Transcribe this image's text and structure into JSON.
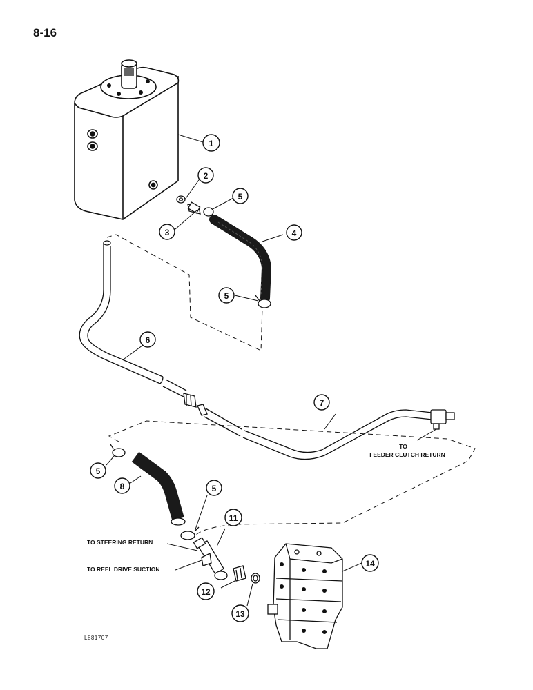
{
  "page_number": "8-16",
  "figure_code": "L881707",
  "callouts": [
    {
      "id": "c1",
      "label": "1"
    },
    {
      "id": "c2",
      "label": "2"
    },
    {
      "id": "c3",
      "label": "3"
    },
    {
      "id": "c4",
      "label": "4"
    },
    {
      "id": "c5a",
      "label": "5"
    },
    {
      "id": "c5b",
      "label": "5"
    },
    {
      "id": "c5c",
      "label": "5"
    },
    {
      "id": "c5d",
      "label": "5"
    },
    {
      "id": "c6",
      "label": "6"
    },
    {
      "id": "c7",
      "label": "7"
    },
    {
      "id": "c8",
      "label": "8"
    },
    {
      "id": "c11",
      "label": "11"
    },
    {
      "id": "c12",
      "label": "12"
    },
    {
      "id": "c13",
      "label": "13"
    },
    {
      "id": "c14",
      "label": "14"
    }
  ],
  "labels": {
    "to": "TO",
    "feeder_clutch_return": "FEEDER CLUTCH RETURN",
    "steering_return": "TO STEERING RETURN",
    "reel_drive_suction": "TO REEL DRIVE SUCTION"
  },
  "colors": {
    "ink": "#111111",
    "paper": "#ffffff",
    "hose": "#1a1a1a"
  }
}
